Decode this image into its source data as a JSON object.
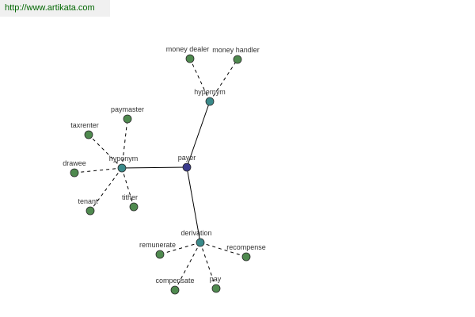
{
  "header": {
    "url": "http://www.artikata.com"
  },
  "graph": {
    "center": {
      "label": "payer",
      "color": "#3a3a8c"
    },
    "colors": {
      "category": "#3a8a8a",
      "leaf": "#4f8a4f",
      "center": "#3a3a8c"
    },
    "categories": [
      {
        "key": "hypernym",
        "label": "hypernym"
      },
      {
        "key": "hyponym",
        "label": "hyponym"
      },
      {
        "key": "derivation",
        "label": "derivation"
      }
    ],
    "leaves": [
      {
        "key": "money_dealer",
        "label": "money dealer",
        "parent": "hypernym"
      },
      {
        "key": "money_handler",
        "label": "money handler",
        "parent": "hypernym"
      },
      {
        "key": "paymaster",
        "label": "paymaster",
        "parent": "hyponym"
      },
      {
        "key": "taxrenter",
        "label": "taxrenter",
        "parent": "hyponym"
      },
      {
        "key": "drawee",
        "label": "drawee",
        "parent": "hyponym"
      },
      {
        "key": "tenant",
        "label": "tenant",
        "parent": "hyponym"
      },
      {
        "key": "tither",
        "label": "tither",
        "parent": "hyponym"
      },
      {
        "key": "remunerate",
        "label": "remunerate",
        "parent": "derivation"
      },
      {
        "key": "recompense",
        "label": "recompense",
        "parent": "derivation"
      },
      {
        "key": "compensate",
        "label": "compensate",
        "parent": "derivation"
      },
      {
        "key": "pay",
        "label": "pay",
        "parent": "derivation"
      }
    ]
  }
}
